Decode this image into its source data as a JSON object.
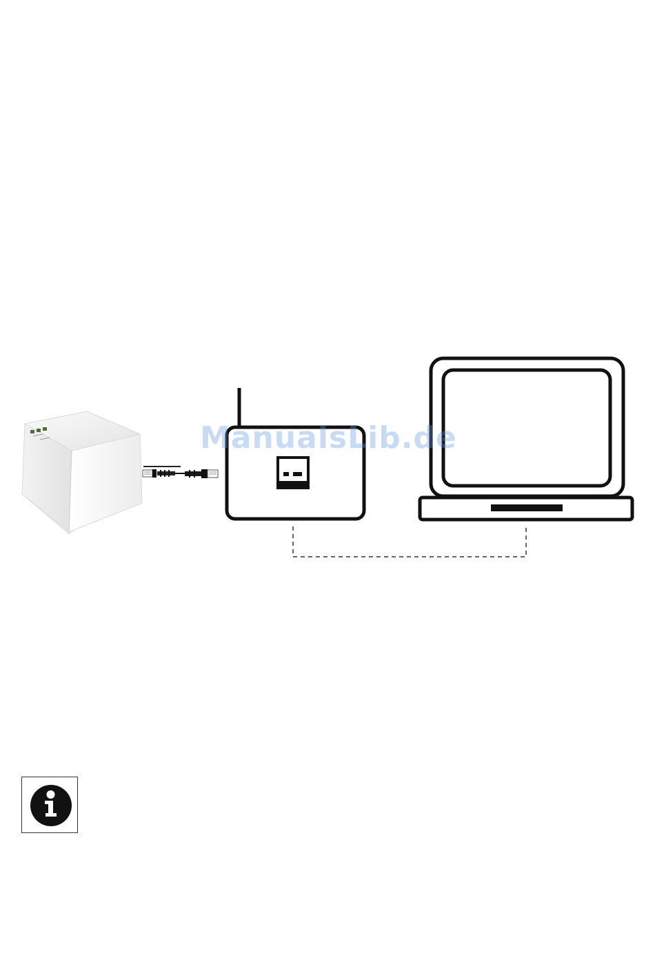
{
  "watermark": {
    "text": "ManualsLib.de",
    "color": "#6496e1"
  },
  "devices": [
    {
      "id": "cube-gateway",
      "icon": "cube-gateway-icon"
    },
    {
      "id": "ethernet-cable",
      "icon": "ethernet-cable-icon"
    },
    {
      "id": "router",
      "icon": "router-icon"
    },
    {
      "id": "laptop",
      "icon": "laptop-icon"
    },
    {
      "id": "wireless-link",
      "icon": "dashed-connection-line"
    }
  ],
  "info": {
    "icon": "info-icon"
  }
}
